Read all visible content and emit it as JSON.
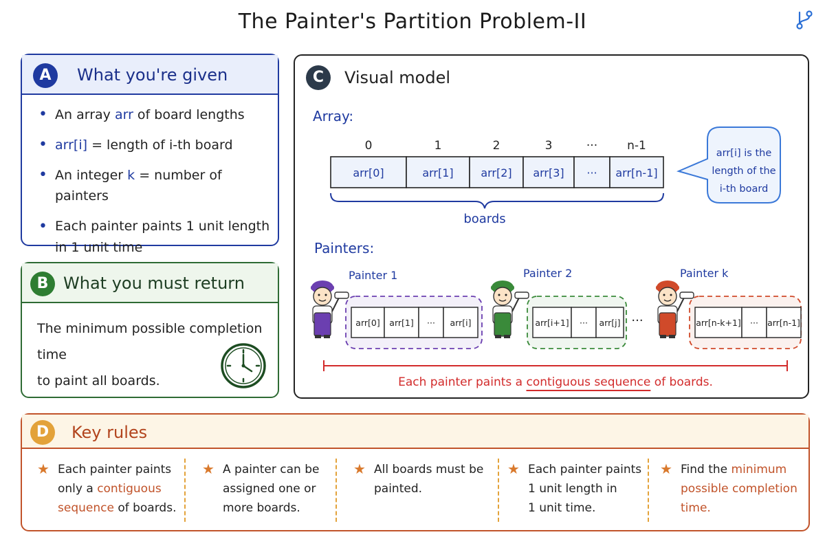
{
  "title": "The Painter's Partition Problem-II",
  "corner_icon": "git-branch-icon",
  "panel_a": {
    "badge": "A",
    "title": "What you're given",
    "bullets": {
      "b1_pre": "An array ",
      "b1_code": "arr",
      "b1_post": " of board lengths",
      "b2_code": "arr[i]",
      "b2_post": " = length of i-th board",
      "b3_pre": "An integer ",
      "b3_code": "k",
      "b3_post": " = number of painters",
      "b4_line1": "Each painter paints 1 unit length",
      "b4_line2": "in 1 unit time"
    }
  },
  "panel_b": {
    "badge": "B",
    "title": "What you must return",
    "text_line1": "The minimum possible completion time",
    "text_line2": "to paint all boards."
  },
  "panel_c": {
    "badge": "C",
    "title": "Visual model",
    "array_label": "Array:",
    "indices": [
      "0",
      "1",
      "2",
      "3",
      "···",
      "n-1"
    ],
    "cells": [
      "arr[0]",
      "arr[1]",
      "arr[2]",
      "arr[3]",
      "···",
      "arr[n-1]"
    ],
    "boards_label": "boards",
    "bubble_line1": "arr[i] is the",
    "bubble_line2": "length of the",
    "bubble_line3": "i-th board",
    "painters_label": "Painters:",
    "painters": [
      {
        "name": "Painter 1",
        "cells": [
          "arr[0]",
          "arr[1]",
          "···",
          "arr[i]"
        ],
        "color": "#6b3fb0"
      },
      {
        "name": "Painter 2",
        "cells": [
          "arr[i+1]",
          "···",
          "arr[j]"
        ],
        "color": "#3a8a3a"
      },
      {
        "name": "Painter k",
        "cells": [
          "arr[n-k+1]",
          "···",
          "arr[n-1]"
        ],
        "color": "#d04a2a"
      }
    ],
    "between_dots": "···",
    "footer_pre": "Each painter paints a ",
    "footer_em": "contiguous sequence",
    "footer_post": " of boards."
  },
  "panel_d": {
    "badge": "D",
    "title": "Key rules",
    "rules": [
      {
        "l1": "Each painter paints",
        "l2_pre": "only a ",
        "l2_em": "contiguous",
        "l3_em": "sequence",
        "l3_post": " of boards."
      },
      {
        "l1": "A painter can be",
        "l2": "assigned one or",
        "l3": "more boards."
      },
      {
        "l1": "All boards must be",
        "l2": "painted."
      },
      {
        "l1": "Each painter paints",
        "l2": "1 unit length in",
        "l3": "1 unit time."
      },
      {
        "l1_pre": "Find the ",
        "l1_em": "minimum",
        "l2_em": "possible completion",
        "l3_em": "time."
      }
    ]
  },
  "colors": {
    "blue": "#1f3aa0",
    "green": "#2e6b34",
    "orange": "#c1532a",
    "red": "#d22b2b",
    "purple": "#6b3fb0"
  }
}
